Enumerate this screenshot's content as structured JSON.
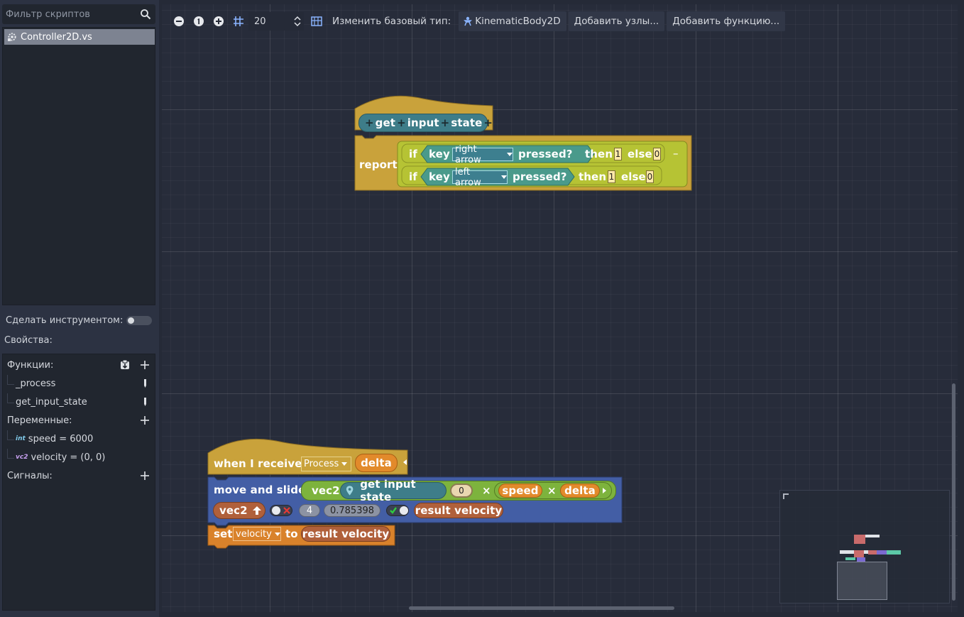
{
  "sidebar": {
    "filter_placeholder": "Фильтр скриптов",
    "scripts": [
      {
        "name": "Controller2D.vs"
      }
    ],
    "make_tool_label": "Сделать инструментом:",
    "make_tool_enabled": false,
    "properties_label": "Свойства:",
    "functions_label": "Функции:",
    "functions": [
      "_process",
      "get_input_state"
    ],
    "variables_label": "Переменные:",
    "variables": [
      {
        "type_tag": "int",
        "text": "speed = 6000"
      },
      {
        "type_tag": "vc2",
        "text": "velocity = (0, 0)"
      }
    ],
    "signals_label": "Сигналы:"
  },
  "toolbar": {
    "snap_value": "20",
    "change_base_type_label": "Изменить базовый тип:",
    "base_type": "KinematicBody2D",
    "add_nodes_label": "Добавить узлы...",
    "add_function_label": "Добавить функцию..."
  },
  "blocks": {
    "get_input": {
      "name_words": [
        "get",
        "input",
        "state"
      ],
      "report_label": "report",
      "if1": {
        "if": "if",
        "key": "key",
        "key_value": "right arrow",
        "pressed": "pressed?",
        "then": "then",
        "then_value": "1",
        "else": "else",
        "else_value": "0",
        "dash": "–"
      },
      "if2": {
        "if": "if",
        "key": "key",
        "key_value": "left arrow",
        "pressed": "pressed?",
        "then": "then",
        "then_value": "1",
        "else": "else",
        "else_value": "0"
      }
    },
    "process": {
      "when_label": "when I receive",
      "event_value": "Process",
      "param": "delta",
      "move_label": "move and slide",
      "vec2_label": "vec2",
      "get_input_label": "get input state",
      "y_value": "0",
      "times1": "×",
      "speed_label": "speed",
      "times2": "×",
      "delta_label": "delta",
      "vec2_up_label": "vec2",
      "floor_max_slides": "4",
      "floor_angle": "0.785398",
      "result_label": "result velocity",
      "set_label": "set",
      "set_var": "velocity",
      "to_label": "to",
      "set_value_label": "result velocity"
    }
  },
  "colors": {
    "graph_bg": "#272c3a",
    "control_gold": "#c9a23b",
    "custom_teal": "#3e7d89",
    "sensing_teal": "#4a9a8b",
    "motion_blue": "#435ea5",
    "variable_orange": "#e28a2b",
    "reporter_brown": "#b0603b",
    "operator_green": "#7db33d",
    "yellow_green": "#b6c334"
  }
}
